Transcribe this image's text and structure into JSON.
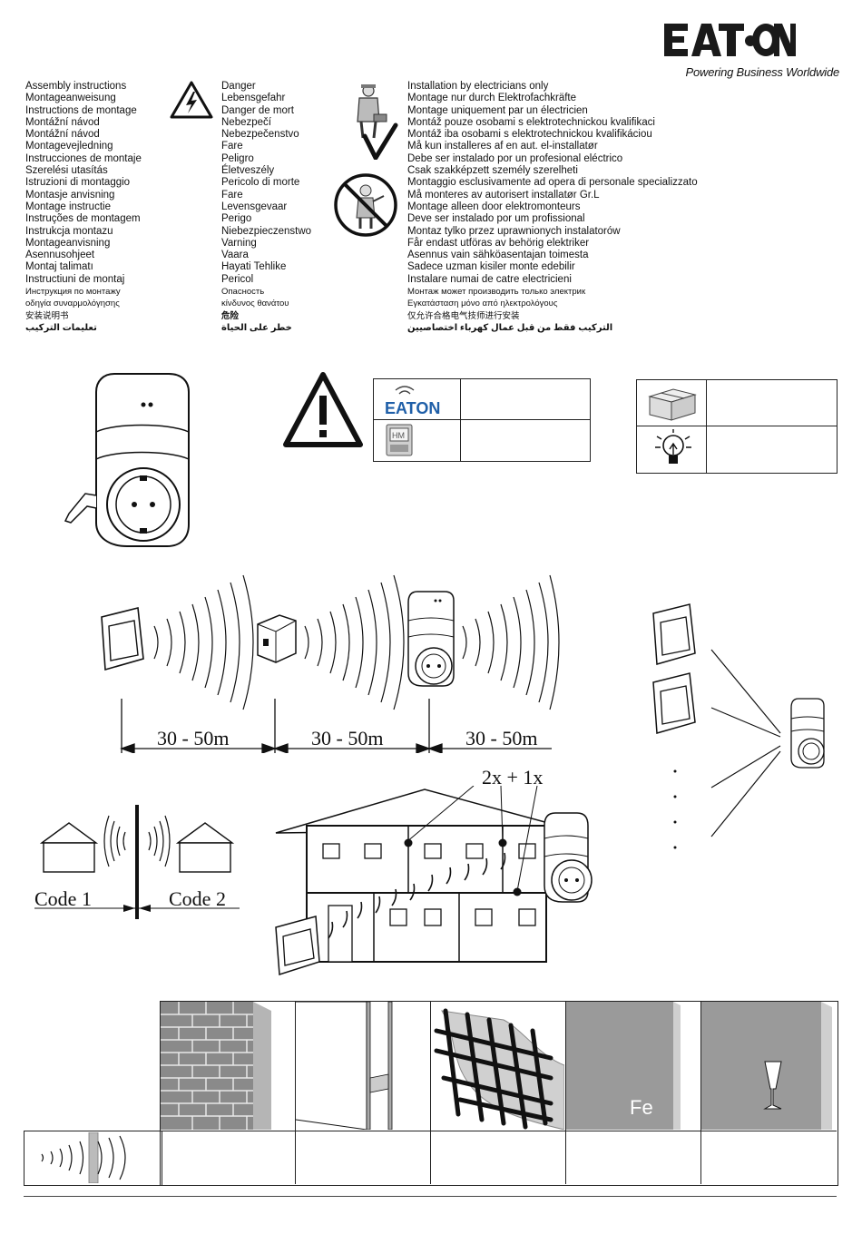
{
  "brand": {
    "name": "EATON",
    "tagline": "Powering Business Worldwide",
    "color": "#1a1a1a",
    "accent": "#1f5fa8"
  },
  "columns": {
    "assembly": [
      "Assembly instructions",
      "Montageanweisung",
      "Instructions de montage",
      "Montážní návod",
      "Montážní návod",
      "Montagevejledning",
      "Instrucciones de montaje",
      "Szerelési utasítás",
      "Istruzioni di montaggio",
      "Montasje anvisning",
      "Montage instructie",
      "Instruções de montagem",
      "Instrukcja montazu",
      "Montageanvisning",
      "Asennusohjeet",
      "Montaj talimatı",
      "Instructiuni de montaj",
      "Инструкция по монтажу",
      "οδηγία συναρμολόγησης",
      "安装说明书",
      "تعليمات التركيب"
    ],
    "danger": [
      "Danger",
      "Lebensgefahr",
      "Danger de mort",
      "Nebezpečí",
      "Nebezpečenstvo",
      "Fare",
      "Peligro",
      "Életveszély",
      "Pericolo di morte",
      "Fare",
      "Levensgevaar",
      "Perigo",
      "Niebezpieczenstwo",
      "Varning",
      "Vaara",
      "Hayati Tehlike",
      "Pericol",
      "Опасность",
      "κίνδυνος θανάτου",
      "危险",
      "خطر على الحياة"
    ],
    "install": [
      "Installation by electricians only",
      "Montage nur durch Elektrofachkräfte",
      "Montage uniquement par un électricien",
      "Montáž pouze osobami s elektrotechnickou kvalifikaci",
      "Montáž iba osobami s elektrotechnickou kvalifikáciou",
      "Må kun installeres af en aut. el-installatør",
      "Debe ser instalado por un profesional eléctrico",
      "Csak szakképzett személy szerelheti",
      "Montaggio esclusivamente ad opera di personale specializzato",
      "Må monteres av autorisert installatør Gr.L",
      "Montage alleen door elektromonteurs",
      "Deve ser instalado por um profissional",
      "Montaz tylko przez uprawnionych instalatorów",
      "Får endast utföras av behörig elektriker",
      "Asennus vain sähköasentajan toimesta",
      "Sadece uzman kisiler monte edebilir",
      "Instalare numai de catre electricieni",
      "Монтаж может производить только электрик",
      "Εγκατάσταση μόνο από ηλεκτρολόγους",
      "仅允许合格电气技师进行安装",
      "التركيب فقط من قبل عمال كهرباء اختصاصيين"
    ]
  },
  "distances": [
    "30 - 50m",
    "30 - 50m",
    "30 - 50m"
  ],
  "pairing_label": "2x + 1x",
  "codes": [
    "Code 1",
    "Code 2"
  ],
  "materials": {
    "metal_label": "Fe"
  },
  "icons": {
    "danger": "lightning-warning-icon",
    "warning": "exclamation-triangle-icon",
    "box": "package-icon",
    "bulb": "light-bulb-icon"
  }
}
